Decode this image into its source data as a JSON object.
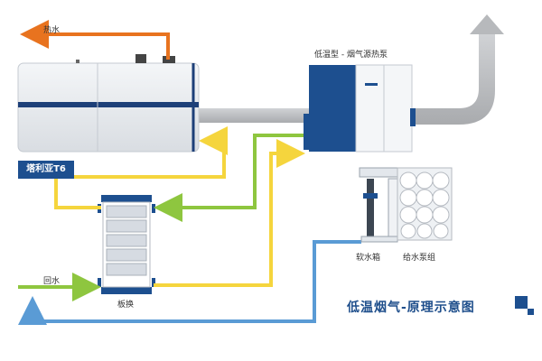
{
  "labels": {
    "hot_water": "热水",
    "return_water": "回水",
    "heat_pump": "低温型 - 烟气源热泵",
    "boiler": "塔利亚T6",
    "plate_exchanger": "板换",
    "softener_tank": "软水箱",
    "feed_pump_unit": "给水泵组",
    "title": "低温烟气-原理示意图"
  },
  "colors": {
    "hot_water_line": "#e8731f",
    "return_water_line": "#8ec63f",
    "heat_pump_loop_yellow": "#f5d53d",
    "heat_pump_loop_green": "#8ec63f",
    "feed_water_line": "#5a9bd5",
    "flue_pipe": "#b7b9bc",
    "heat_pump_blue": "#1d4f8f",
    "boiler_band": "#1d3f78",
    "title_text": "#1f4f8c"
  }
}
